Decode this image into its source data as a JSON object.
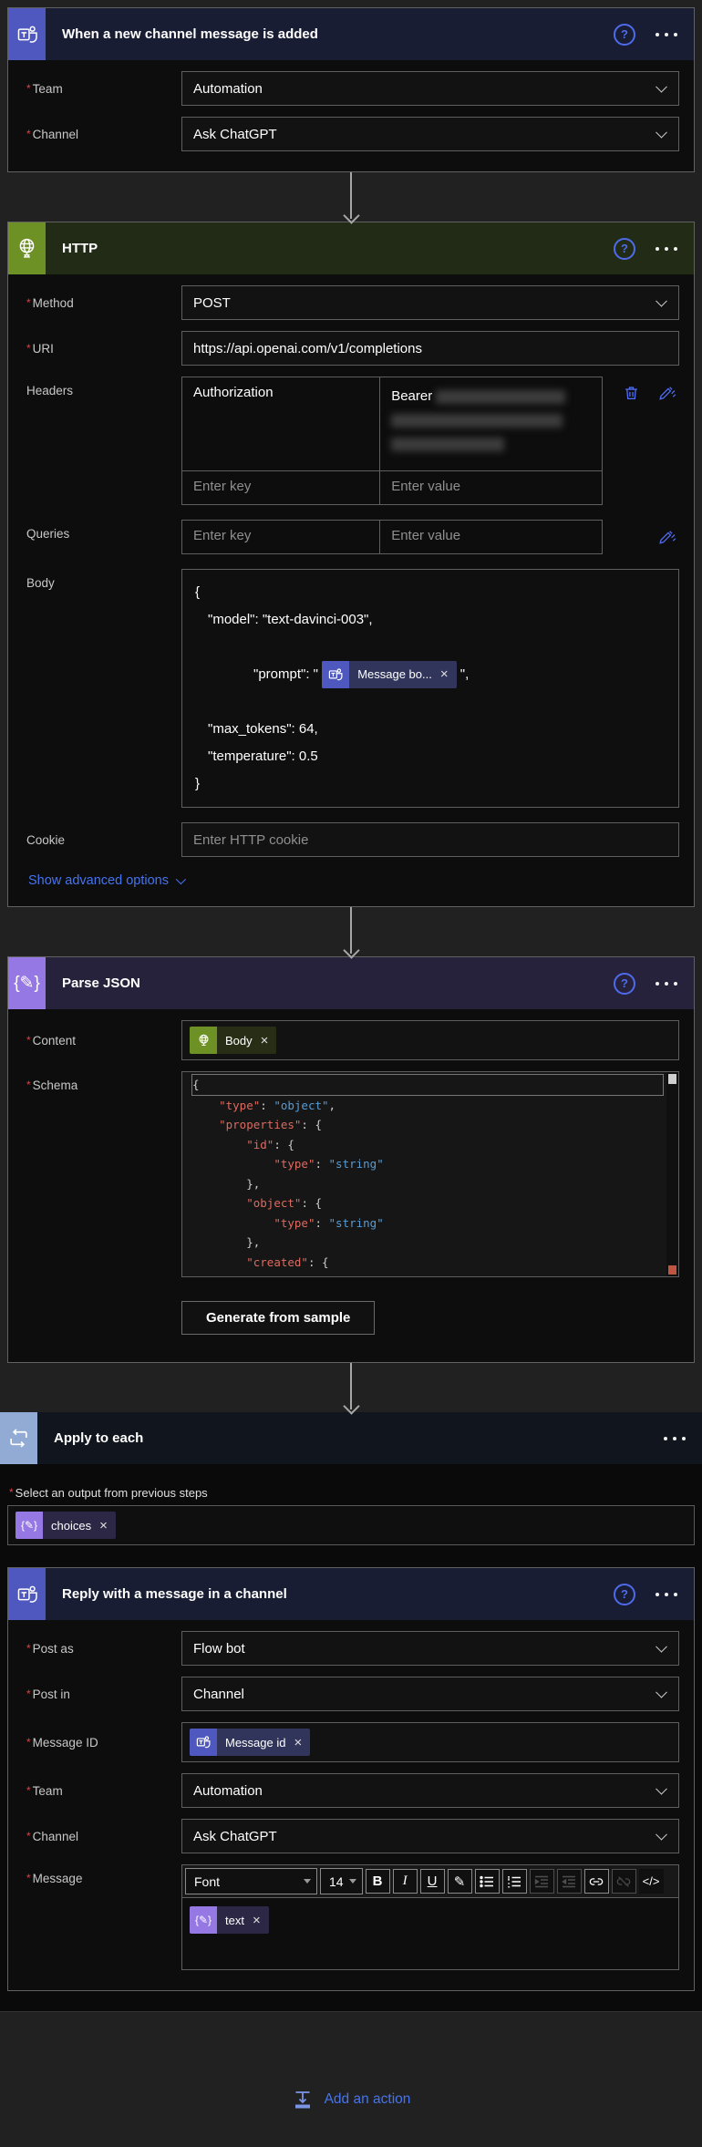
{
  "misc": {
    "required_mark": "*"
  },
  "colors": {
    "teams_tile": "#4f58be",
    "http_tile": "#6e9126",
    "parse_json_tile": "#9678e4",
    "apply_to_each_tile": "#92abd5",
    "link_blue": "#4574f0",
    "help_blue": "#4f6bed",
    "required_red": "#e04343",
    "json_key": "#dd6a60",
    "json_value": "#569cd6"
  },
  "trigger": {
    "title": "When a new channel message is added",
    "team_label": "Team",
    "team_value": "Automation",
    "channel_label": "Channel",
    "channel_value": "Ask ChatGPT"
  },
  "http": {
    "title": "HTTP",
    "method_label": "Method",
    "method_value": "POST",
    "uri_label": "URI",
    "uri_value": "https://api.openai.com/v1/completions",
    "headers_label": "Headers",
    "header_key": "Authorization",
    "header_value_prefix": "Bearer",
    "key_placeholder": "Enter key",
    "value_placeholder": "Enter value",
    "queries_label": "Queries",
    "body_label": "Body",
    "body": {
      "line_open": "{",
      "model_line": "\"model\": \"text-davinci-003\",",
      "prompt_prefix": "\"prompt\": \" ",
      "prompt_token": "Message bo...",
      "prompt_suffix": " \",",
      "max_tokens_line": "\"max_tokens\": 64,",
      "temperature_line": "\"temperature\": 0.5",
      "line_close": "}"
    },
    "cookie_label": "Cookie",
    "cookie_placeholder": "Enter HTTP cookie",
    "advanced_link": "Show advanced options"
  },
  "parse_json": {
    "title": "Parse JSON",
    "content_label": "Content",
    "content_token": "Body",
    "schema_label": "Schema",
    "schema_lines": [
      "{",
      "    \"type\": \"object\",",
      "    \"properties\": {",
      "        \"id\": {",
      "            \"type\": \"string\"",
      "        },",
      "        \"object\": {",
      "            \"type\": \"string\"",
      "        },",
      "        \"created\": {"
    ],
    "generate_button": "Generate from sample"
  },
  "apply_to_each": {
    "title": "Apply to each",
    "select_label": "Select an output from previous steps",
    "output_token": "choices"
  },
  "reply": {
    "title": "Reply with a message in a channel",
    "post_as_label": "Post as",
    "post_as_value": "Flow bot",
    "post_in_label": "Post in",
    "post_in_value": "Channel",
    "message_id_label": "Message ID",
    "message_id_token": "Message id",
    "team_label": "Team",
    "team_value": "Automation",
    "channel_label": "Channel",
    "channel_value": "Ask ChatGPT",
    "message_label": "Message",
    "toolbar": {
      "font": "Font",
      "size": "14",
      "bold": "B",
      "italic": "I",
      "underline": "U",
      "code": "</>"
    },
    "message_token": "text"
  },
  "footer": {
    "add_action": "Add an action"
  }
}
